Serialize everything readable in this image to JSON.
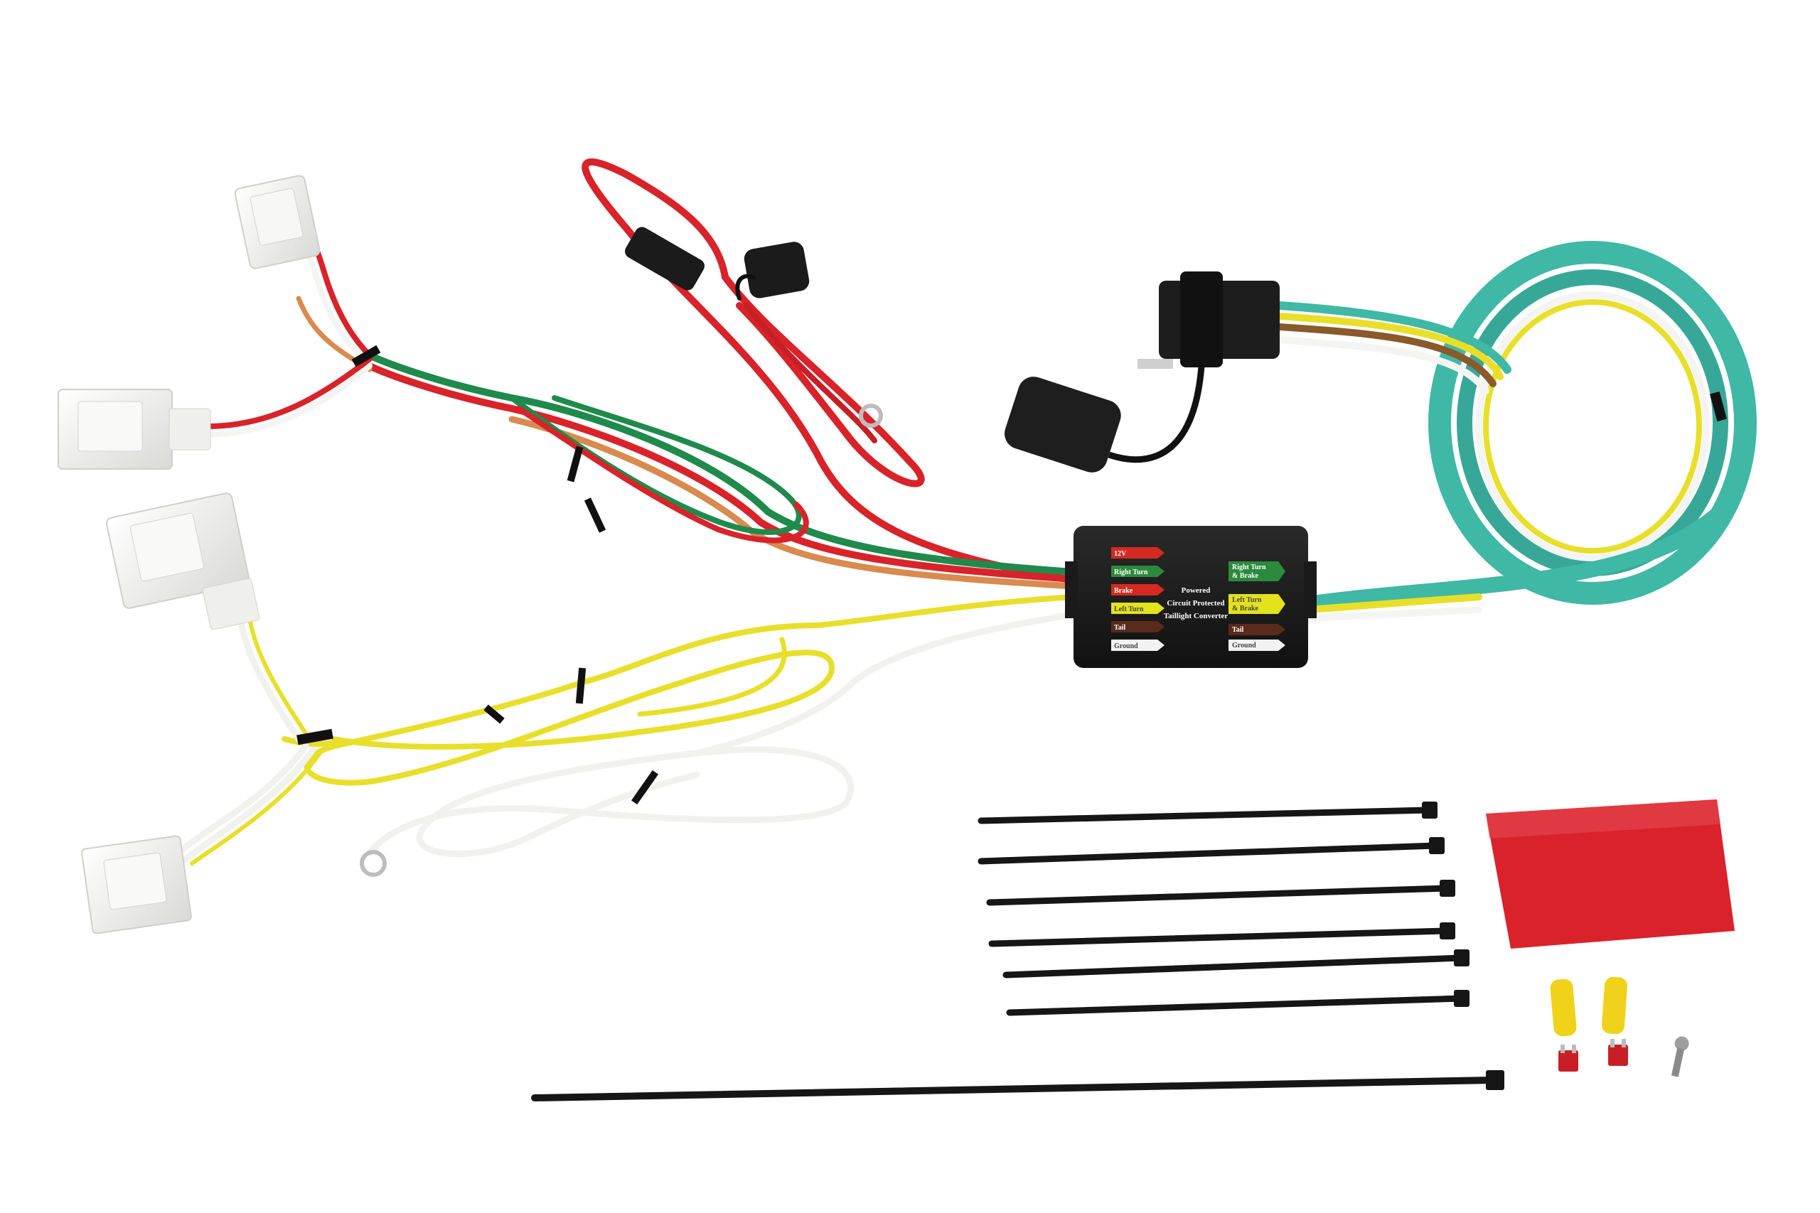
{
  "converter": {
    "center_title_line1": "Powered",
    "center_title_line2": "Circuit Protected",
    "center_title_line3": "Taillight Converter",
    "left_labels": [
      "12V",
      "Right Turn",
      "Brake",
      "Left Turn",
      "Tail",
      "Ground"
    ],
    "right_labels_line1": [
      "Right Turn",
      "Left Turn",
      "Tail",
      "Ground"
    ],
    "right_labels_line2": [
      "& Brake",
      "& Brake",
      "",
      ""
    ],
    "left_colors": [
      "#d42a22",
      "#2c8a3c",
      "#d42a22",
      "#e3e21c",
      "#5a2a1a",
      "#f2f2f2"
    ],
    "right_colors": [
      "#2c8a3c",
      "#e3e21c",
      "#5a2a1a",
      "#f2f2f2"
    ]
  },
  "kit": {
    "wire_colors": {
      "red": "#d8232a",
      "green": "#1f8a4c",
      "yellow": "#e8df2a",
      "white": "#f4f4f2",
      "brown": "#8a5a2b",
      "teal": "#3fb8a6",
      "orange": "#d98a4e"
    },
    "zip_tie_count": 7
  }
}
